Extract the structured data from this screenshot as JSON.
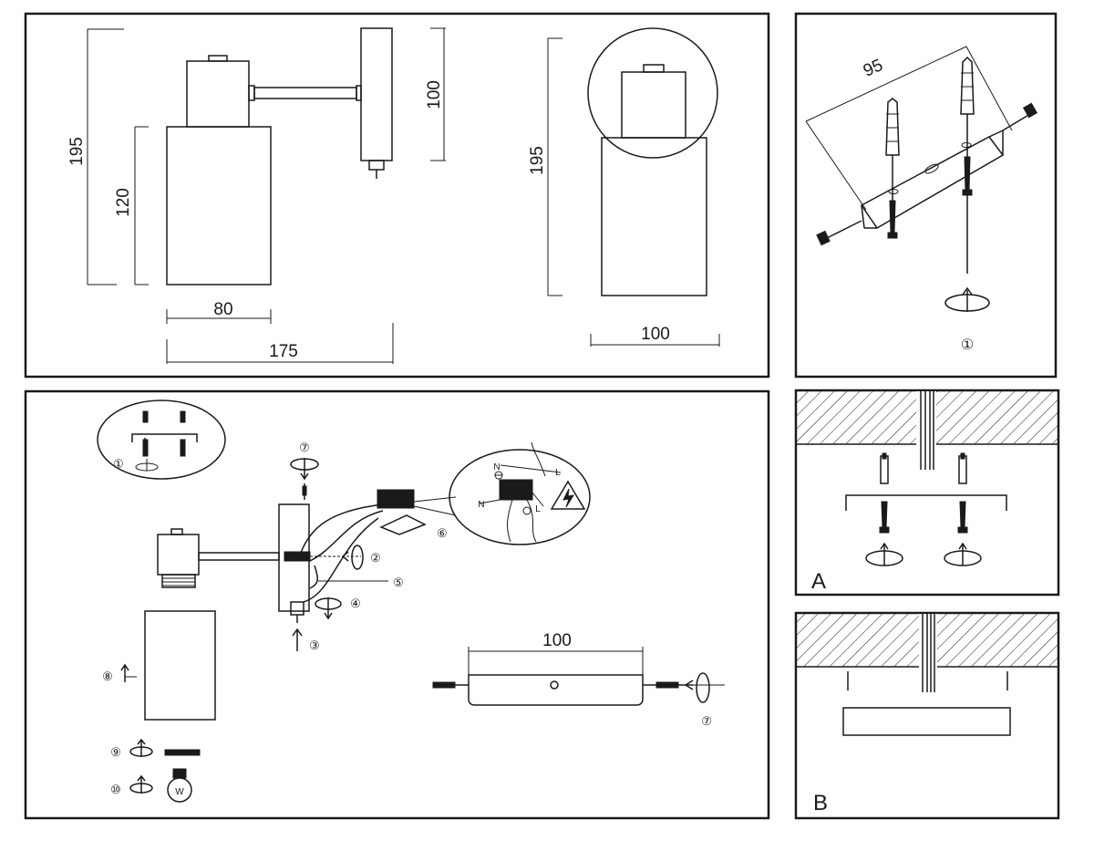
{
  "dimensions": {
    "side_height": "195",
    "side_shade_height": "120",
    "side_shade_width": "80",
    "side_total_width": "175",
    "side_plate_height": "100",
    "front_height": "195",
    "front_width": "100",
    "bracket_spacing": "95",
    "plate_width": "100"
  },
  "steps": {
    "s1": "①",
    "s2": "②",
    "s3": "③",
    "s4": "④",
    "s5": "⑤",
    "s6": "⑥",
    "s7": "⑦",
    "s8": "⑧",
    "s9": "⑨",
    "s10": "⑩"
  },
  "wiring": {
    "neutral": "N",
    "live": "L",
    "bulb": "W"
  },
  "panels": {
    "a": "A",
    "b": "B"
  }
}
